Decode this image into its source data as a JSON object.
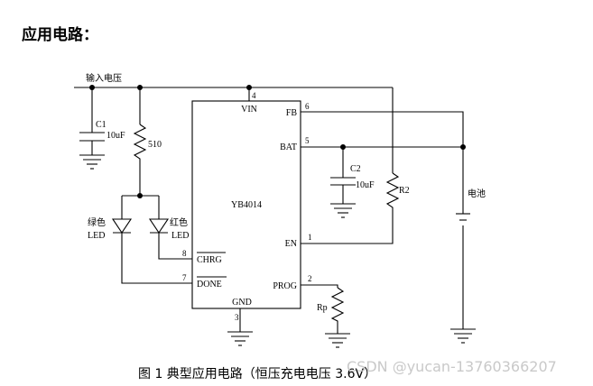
{
  "heading": "应用电路：",
  "labels": {
    "input_voltage": "输入电压",
    "c1": "C1",
    "c1_value": "10uF",
    "r510": "510",
    "green_led": "绿色",
    "green_led_b": "LED",
    "red_led": "红色",
    "red_led_b": "LED",
    "chip": "YB4014",
    "c2": "C2",
    "c2_value": "10uF",
    "r2": "R2",
    "battery": "电池",
    "rp": "Rp"
  },
  "pins": {
    "vin": "VIN",
    "vin_num": "4",
    "fb": "FB",
    "fb_num": "6",
    "bat": "BAT",
    "bat_num": "5",
    "en": "EN",
    "en_num": "1",
    "chrg": "CHRG",
    "chrg_num": "8",
    "done": "DONE",
    "done_num": "7",
    "prog": "PROG",
    "prog_num": "2",
    "gnd": "GND",
    "gnd_num": "3"
  },
  "caption": "图 1   典型应用电路（恒压充电电压 3.6V）",
  "watermark": "CSDN @yucan-13760366207"
}
